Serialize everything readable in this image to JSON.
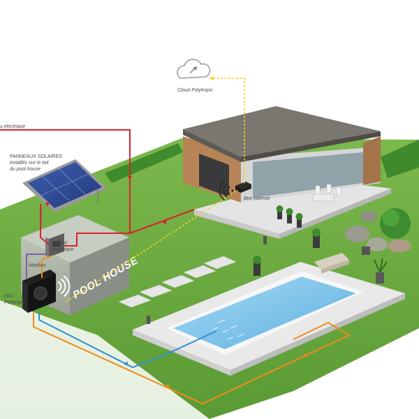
{
  "labels": {
    "cloud": "Cloud Polytropic",
    "box_internet": "Box internet",
    "grid": "u électrique",
    "solar_line1": "PANNEAUX SOLAIRES",
    "solar_line2": "installés sur le toit",
    "solar_line3": "du pool house",
    "coffret_line1": "Coffret",
    "coffret_line2": "électrique",
    "modbus": "Modbus",
    "pac_line1": "PAC",
    "pac_line2": "Polytropic",
    "pool_house": "POOL HOUSE"
  },
  "colors": {
    "power_line": "#d9232d",
    "data_line": "#f3d21a",
    "hot_water": "#f08a1c",
    "cold_water": "#2f8fd3",
    "modbus_line": "#7a5ea8",
    "lawn": "#5ea23c",
    "pool": "#6fb9e6"
  },
  "icons": [
    "cloud-icon",
    "wifi-icon",
    "solar-panel-icon",
    "heat-pump-icon",
    "router-icon"
  ]
}
